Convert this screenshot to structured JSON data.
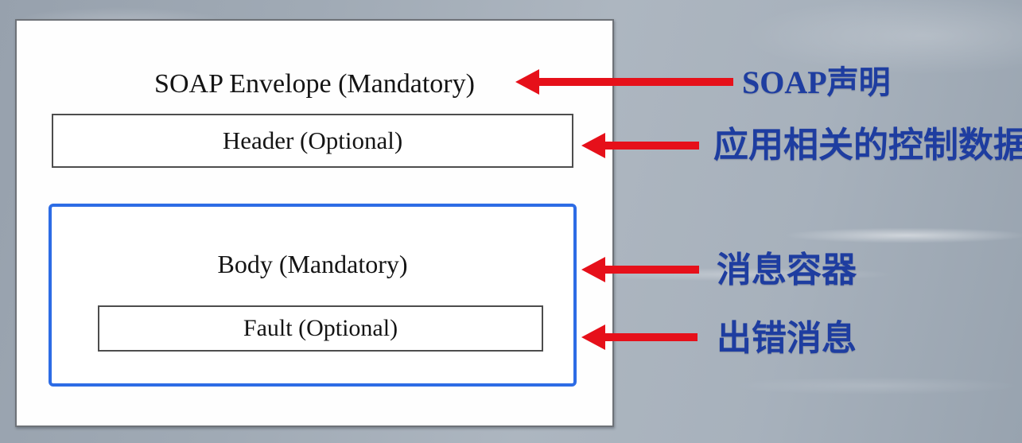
{
  "diagram": {
    "envelope_title": "SOAP Envelope (Mandatory)",
    "header_label": "Header (Optional)",
    "body_label": "Body (Mandatory)",
    "fault_label": "Fault (Optional)"
  },
  "annotations": {
    "envelope": "SOAP声明",
    "header": "应用相关的控制数据",
    "body": "消息容器",
    "fault": "出错消息"
  },
  "colors": {
    "arrow_red": "#e6101a",
    "body_border_blue": "#2d6ce5",
    "annotation_blue": "#1e3da0",
    "background_gray_blue": "#a4aeb9"
  }
}
